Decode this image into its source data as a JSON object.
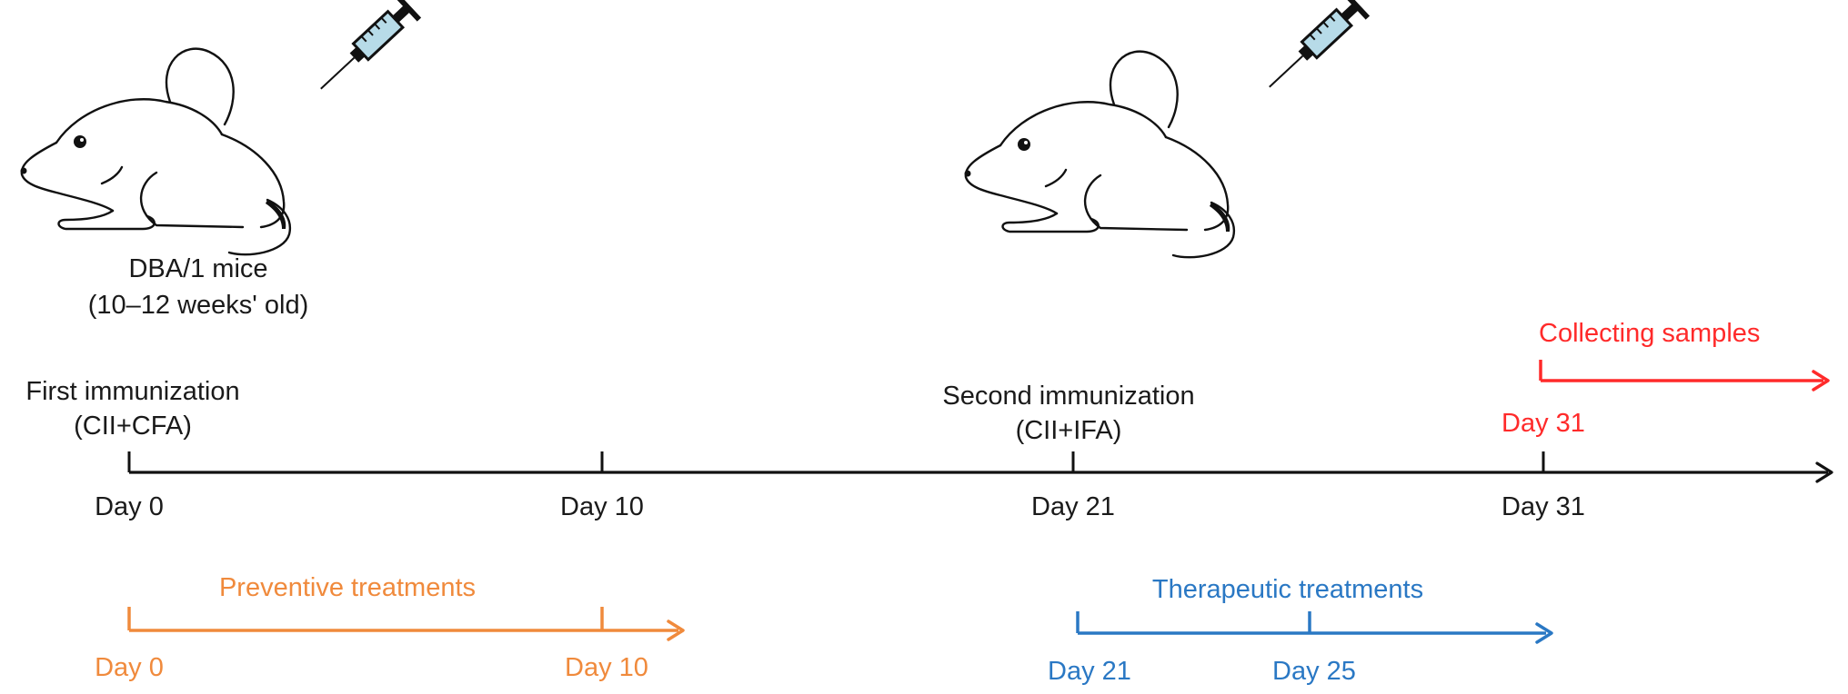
{
  "colors": {
    "main": "#1a1a1a",
    "preventive": "#f08a3c",
    "therapeutic": "#2a78c4",
    "collecting": "#ff2a2a",
    "syringe_liquid": "#b7dbe8"
  },
  "icons": [
    "mouse-icon",
    "syringe-icon"
  ],
  "mice": {
    "label_line1": "DBA/1 mice",
    "label_line2": "(10–12 weeks' old)"
  },
  "main_timeline": {
    "ticks": [
      {
        "label": "Day 0"
      },
      {
        "label": "Day 10"
      },
      {
        "label": "Day 21"
      },
      {
        "label": "Day 31"
      }
    ],
    "first_immunization": {
      "line1": "First immunization",
      "line2": "(CII+CFA)"
    },
    "second_immunization": {
      "line1": "Second immunization",
      "line2": "(CII+IFA)"
    }
  },
  "collecting": {
    "title": "Collecting samples",
    "day_label": "Day 31"
  },
  "preventive": {
    "title": "Preventive treatments",
    "start_label": "Day 0",
    "end_label": "Day 10"
  },
  "therapeutic": {
    "title": "Therapeutic treatments",
    "start_label": "Day 21",
    "mid_label": "Day 25"
  }
}
